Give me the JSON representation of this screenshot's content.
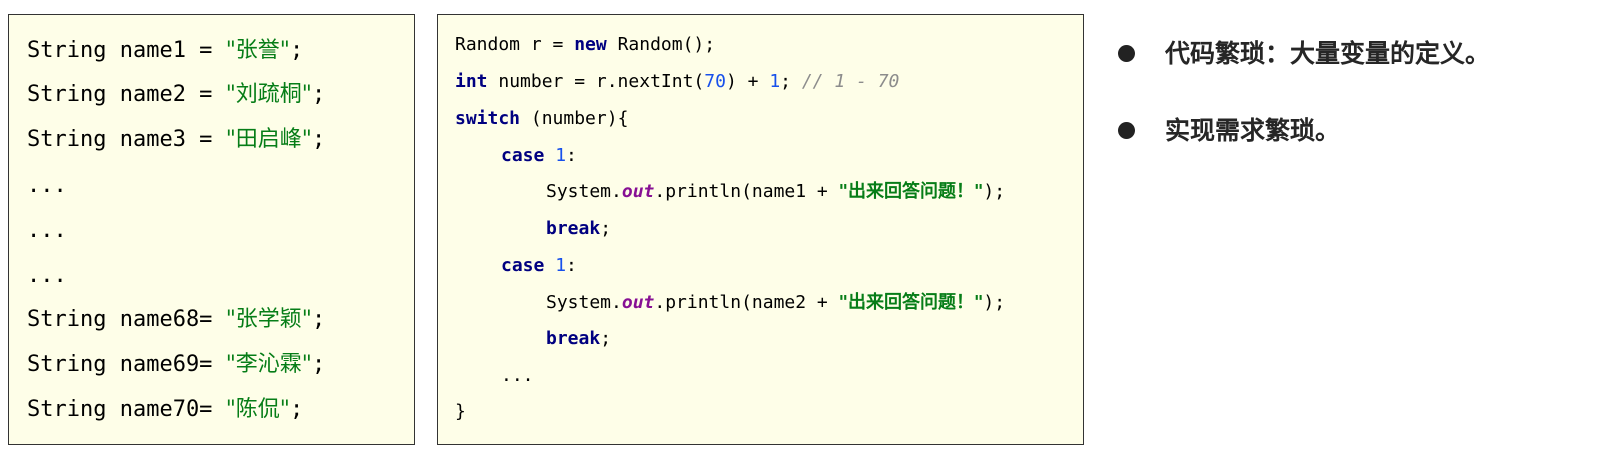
{
  "left_code": {
    "lines": [
      {
        "prefix": "String name1 = ",
        "value": "\"张誉\"",
        "suffix": ";"
      },
      {
        "prefix": "String name2 = ",
        "value": "\"刘疏桐\"",
        "suffix": ";"
      },
      {
        "prefix": "String name3 = ",
        "value": "\"田启峰\"",
        "suffix": ";"
      },
      {
        "prefix": "...",
        "value": "",
        "suffix": ""
      },
      {
        "prefix": "...",
        "value": "",
        "suffix": ""
      },
      {
        "prefix": "...",
        "value": "",
        "suffix": ""
      },
      {
        "prefix": "String name68= ",
        "value": "\"张学颖\"",
        "suffix": ";"
      },
      {
        "prefix": "String name69= ",
        "value": "\"李沁霖\"",
        "suffix": ";"
      },
      {
        "prefix": "String name70= ",
        "value": "\"陈侃\"",
        "suffix": ";"
      }
    ]
  },
  "right_code": {
    "line1": {
      "a": "Random r = ",
      "kw": "new",
      "b": " Random();"
    },
    "line2": {
      "kw": "int",
      "a": " number = r.nextInt(",
      "n1": "70",
      "b": ") + ",
      "n2": "1",
      "c": "; ",
      "comment": "// 1 - 70"
    },
    "line3": {
      "kw": "switch",
      "a": " (number){"
    },
    "case1": {
      "kw": "case",
      "sp": " ",
      "num": "1",
      "colon": ":"
    },
    "print1": {
      "a": "System.",
      "field": "out",
      "b": ".println(name1 + ",
      "str": "\"出来回答问题！\"",
      "c": ");"
    },
    "break1": {
      "kw": "break",
      "semi": ";"
    },
    "case2": {
      "kw": "case",
      "sp": " ",
      "num": "1",
      "colon": ":"
    },
    "print2": {
      "a": "System.",
      "field": "out",
      "b": ".println(name2 + ",
      "str": "\"出来回答问题！\"",
      "c": ");"
    },
    "break2": {
      "kw": "break",
      "semi": ";"
    },
    "ellipsis": "...",
    "close": "}"
  },
  "bullets": [
    "代码繁琐：大量变量的定义。",
    "实现需求繁琐。"
  ]
}
